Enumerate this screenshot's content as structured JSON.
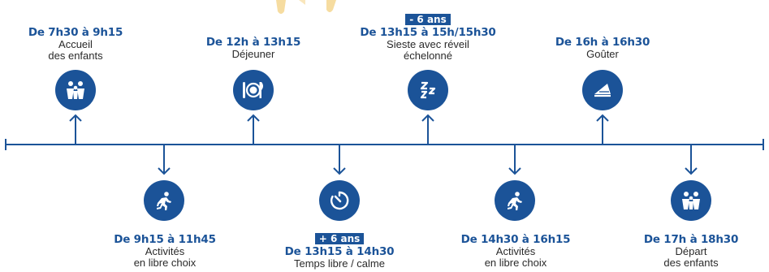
{
  "colors": {
    "primary": "#1b5398",
    "accent": "#f5d38a",
    "text": "#2a2a2a"
  },
  "events": [
    {
      "time": "De 7h30 à 9h15",
      "label_lines": [
        "Accueil",
        "des enfants"
      ],
      "icon": "family-icon",
      "position": "above"
    },
    {
      "time": "De 9h15 à 11h45",
      "label_lines": [
        "Activités",
        "en libre choix"
      ],
      "icon": "running-icon",
      "position": "below"
    },
    {
      "time": "De 12h à 13h15",
      "label_lines": [
        "Déjeuner"
      ],
      "icon": "plate-cutlery-icon",
      "position": "above"
    },
    {
      "badge": "+ 6 ans",
      "time": "De 13h15 à 14h30",
      "label_lines": [
        "Temps libre / calme"
      ],
      "icon": "timer-icon",
      "position": "below"
    },
    {
      "badge": "- 6 ans",
      "time": "De 13h15 à 15h/15h30",
      "label_lines": [
        "Sieste avec réveil",
        "échelonné"
      ],
      "icon": "sleep-zzz-icon",
      "position": "above"
    },
    {
      "time": "De 14h30 à 16h15",
      "label_lines": [
        "Activités",
        "en libre choix"
      ],
      "icon": "running-icon",
      "position": "below"
    },
    {
      "time": "De 16h à 16h30",
      "label_lines": [
        "Goûter"
      ],
      "icon": "cake-slice-icon",
      "position": "above"
    },
    {
      "time": "De 17h à 18h30",
      "label_lines": [
        "Départ",
        "des enfants"
      ],
      "icon": "family-icon",
      "position": "below"
    }
  ]
}
